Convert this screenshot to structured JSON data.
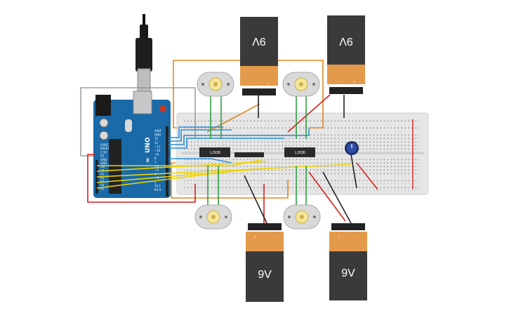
{
  "circuit": {
    "batteries": [
      {
        "label": "9V",
        "orientation": "inverted",
        "terminals": [
          "−",
          "+"
        ]
      },
      {
        "label": "9V",
        "orientation": "inverted",
        "terminals": [
          "−",
          "+"
        ]
      },
      {
        "label": "9V",
        "orientation": "upright",
        "terminals": [
          "+",
          "−"
        ]
      },
      {
        "label": "9V",
        "orientation": "upright",
        "terminals": [
          "+",
          "−"
        ]
      }
    ],
    "drivers": [
      {
        "label": "L293D"
      },
      {
        "label": "L293D"
      }
    ],
    "arduino": {
      "logo": "∞",
      "brand": "UNO",
      "header_labels": [
        "AREF",
        "GND",
        "13",
        "12",
        "~11",
        "~10",
        "~9",
        "8",
        "7",
        "~6",
        "~5",
        "4",
        "~3",
        "2",
        "TX 1",
        "RX 0"
      ],
      "power_labels": [
        "IOREF",
        "RESET",
        "3.3V",
        "5V",
        "GND",
        "GND",
        "Vin",
        "A0",
        "A1",
        "A2",
        "A3",
        "A4",
        "A5"
      ]
    },
    "motor_count": 4,
    "potentiometer_count": 1,
    "colors": {
      "wire_orange": "#e08a1e",
      "wire_blue": "#2a8fd6",
      "wire_yellow": "#f0d400",
      "wire_red": "#d42020",
      "wire_green": "#2aa040",
      "wire_black": "#222222",
      "wire_gray": "#8c8c8c",
      "arduino_blue": "#1a6aa8",
      "battery_body": "#3a3a3a",
      "battery_top": "#e39a4a",
      "breadboard": "#e6e6e6"
    }
  }
}
